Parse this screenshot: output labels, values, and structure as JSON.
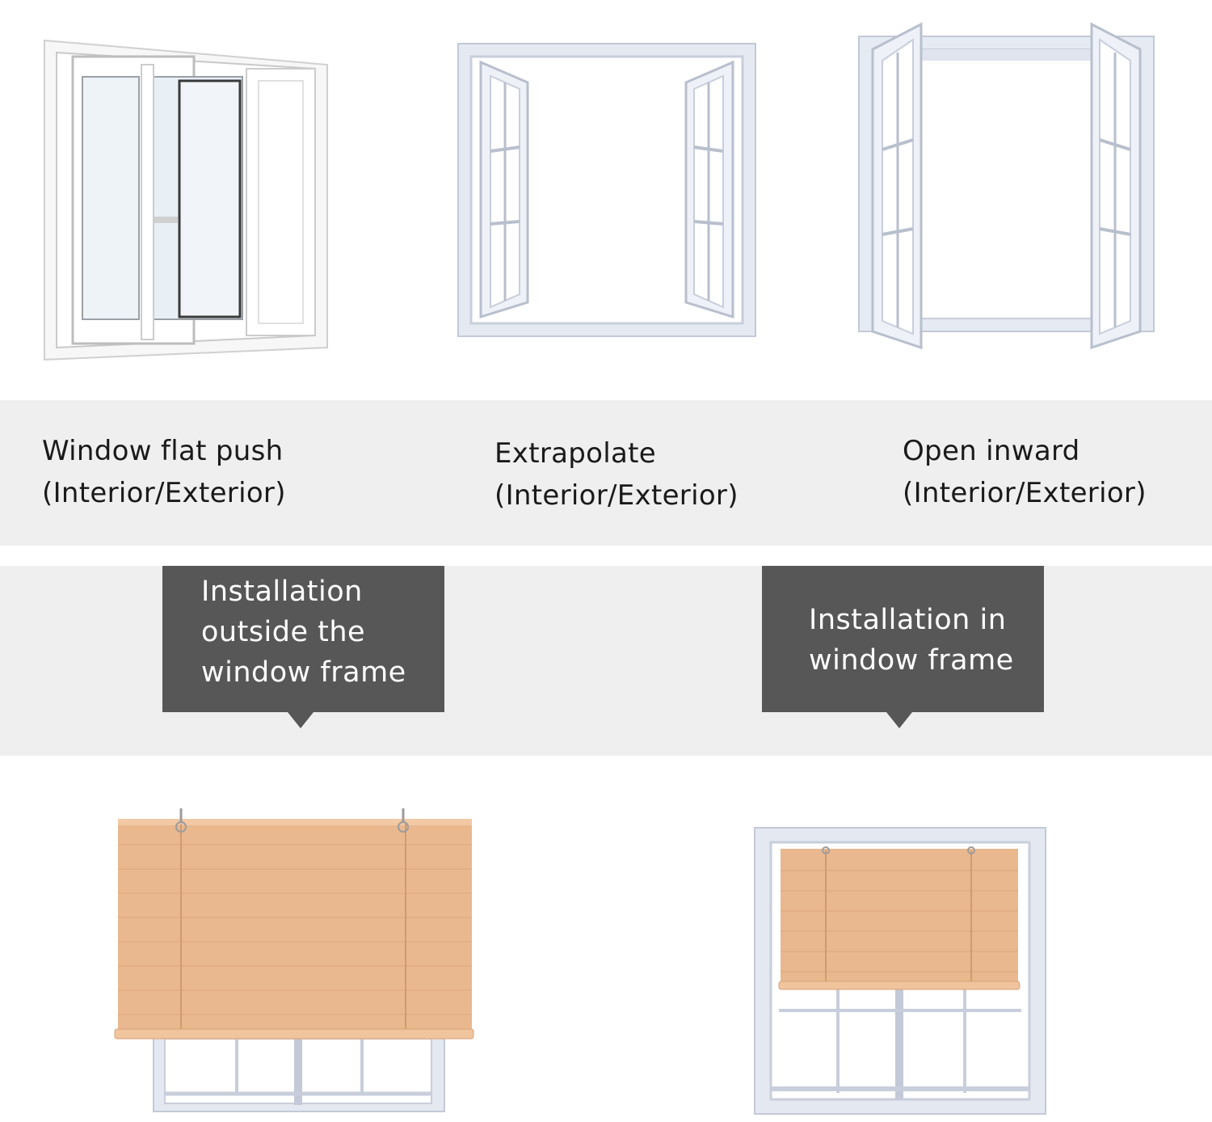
{
  "window_types": [
    {
      "icon": "sliding-window-icon",
      "line1": "Window flat push",
      "line2": "(Interior/Exterior)"
    },
    {
      "icon": "outward-casement-window-icon",
      "line1": "Extrapolate",
      "line2": "(Interior/Exterior)"
    },
    {
      "icon": "inward-casement-window-icon",
      "line1": "Open inward",
      "line2": "(Interior/Exterior)"
    }
  ],
  "installations": [
    {
      "icon": "blind-outside-frame-icon",
      "lines": [
        "Installation",
        "outside the",
        "window frame"
      ]
    },
    {
      "icon": "blind-inside-frame-icon",
      "lines": [
        "Installation in",
        "window frame"
      ]
    }
  ],
  "colors": {
    "band": "#efefef",
    "callout": "#575757",
    "frame": "#dde3ef",
    "bamboo": "#e7b48a"
  }
}
